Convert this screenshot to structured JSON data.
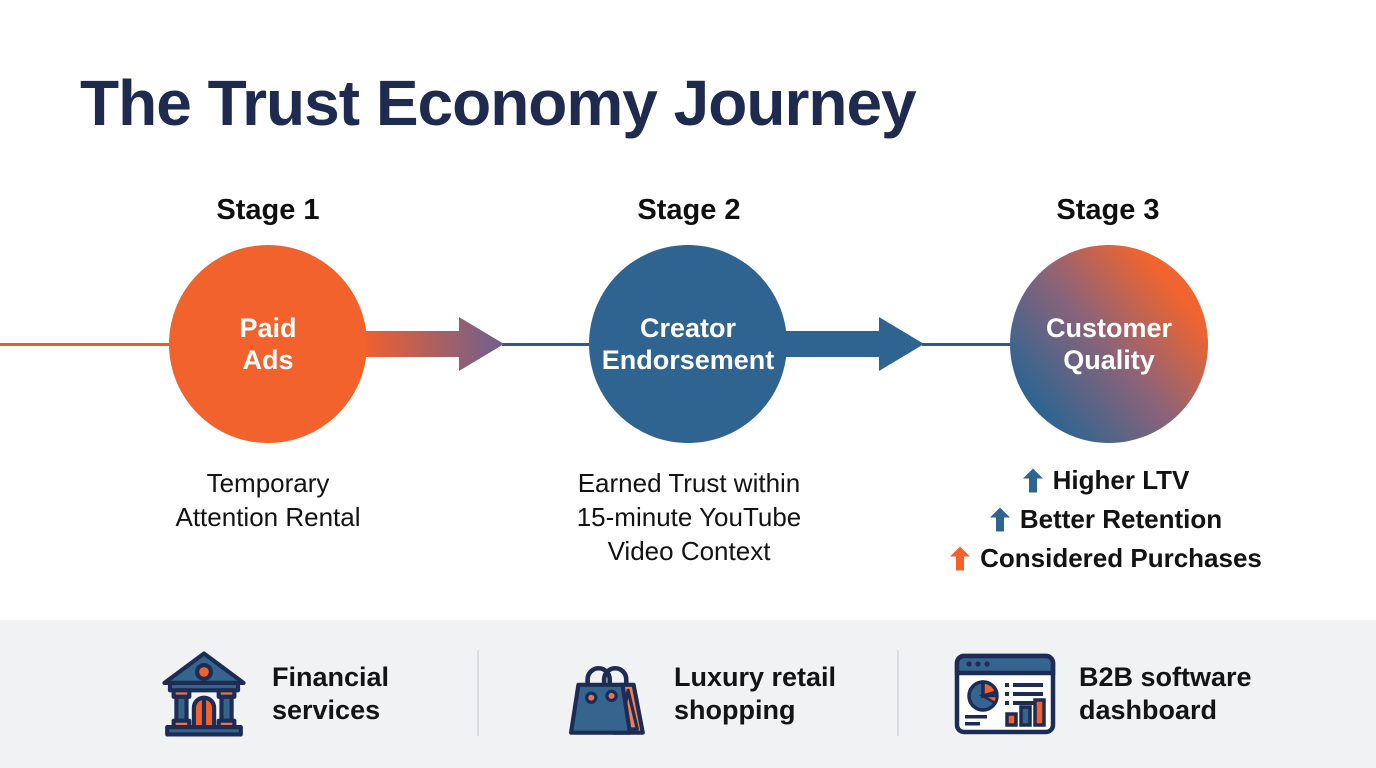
{
  "title": "The Trust Economy Journey",
  "colors": {
    "accent_orange": "#f2622d",
    "accent_blue": "#2f6491",
    "title_navy": "#1e2b4f",
    "footer_band_bg": "#f1f2f4",
    "arrow_gradient_end": "#6d6090"
  },
  "stages": [
    {
      "label": "Stage 1",
      "circle_text": "Paid\nAds",
      "circle_style": "solid-orange",
      "caption": "Temporary\nAttention Rental"
    },
    {
      "label": "Stage 2",
      "circle_text": "Creator\nEndorsement",
      "circle_style": "solid-blue",
      "caption": "Earned Trust within\n15-minute YouTube\nVideo Context"
    },
    {
      "label": "Stage 3",
      "circle_text": "Customer\nQuality",
      "circle_style": "blue-to-orange-gradient",
      "outcomes": [
        {
          "icon": "up-arrow",
          "color": "#2f6491",
          "text": "Higher LTV"
        },
        {
          "icon": "up-arrow",
          "color": "#2f6491",
          "text": "Better Retention"
        },
        {
          "icon": "up-arrow",
          "color": "#f2622d",
          "text": "Considered Purchases"
        }
      ]
    }
  ],
  "footer": {
    "items": [
      {
        "icon": "bank-icon",
        "label": "Financial\nservices"
      },
      {
        "icon": "shopping-bag-icon",
        "label": "Luxury retail\nshopping"
      },
      {
        "icon": "dashboard-icon",
        "label": "B2B software\ndashboard"
      }
    ]
  }
}
